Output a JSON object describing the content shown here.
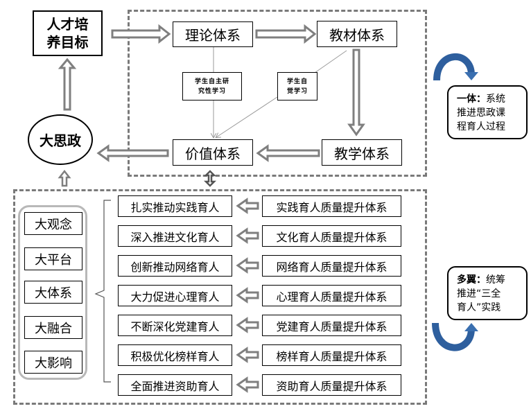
{
  "top": {
    "talent_goal": [
      "人才培",
      "养目标"
    ],
    "big_ideology": "大思政",
    "theory_system": "理论体系",
    "textbook_system": "教材体系",
    "teaching_system": "教学体系",
    "value_system": "价值体系",
    "inquiry_learning": [
      "学生自主研",
      "究性学习"
    ],
    "conscious_learning": [
      "学生自",
      "觉学习"
    ]
  },
  "callouts": {
    "one_body": {
      "title": "一体：",
      "text_l1": "系统",
      "text_l2": "推进思政课",
      "text_l3": "程育人过程"
    },
    "multi_wing": {
      "title": "多翼：",
      "text_l1": "统筹",
      "text_l2": "推进“三全",
      "text_l3": "育人”实践"
    }
  },
  "bottom": {
    "pillars": [
      "大观念",
      "大平台",
      "大体系",
      "大融合",
      "大影响"
    ],
    "actions": [
      "扎实推动实践育人",
      "深入推进文化育人",
      "创新推动网络育人",
      "大力促进心理育人",
      "不断深化党建育人",
      "积极优化榜样育人",
      "全面推进资助育人"
    ],
    "systems": [
      "实践育人质量提升体系",
      "文化育人质量提升体系",
      "网络育人质量提升体系",
      "心理育人质量提升体系",
      "党建育人质量提升体系",
      "榜样育人质量提升体系",
      "资助育人质量提升体系"
    ]
  },
  "colors": {
    "arrow_gray": "#7f7f7f",
    "dash_gray": "#7a7a7a",
    "curve_blue": "#2e5f9e"
  }
}
